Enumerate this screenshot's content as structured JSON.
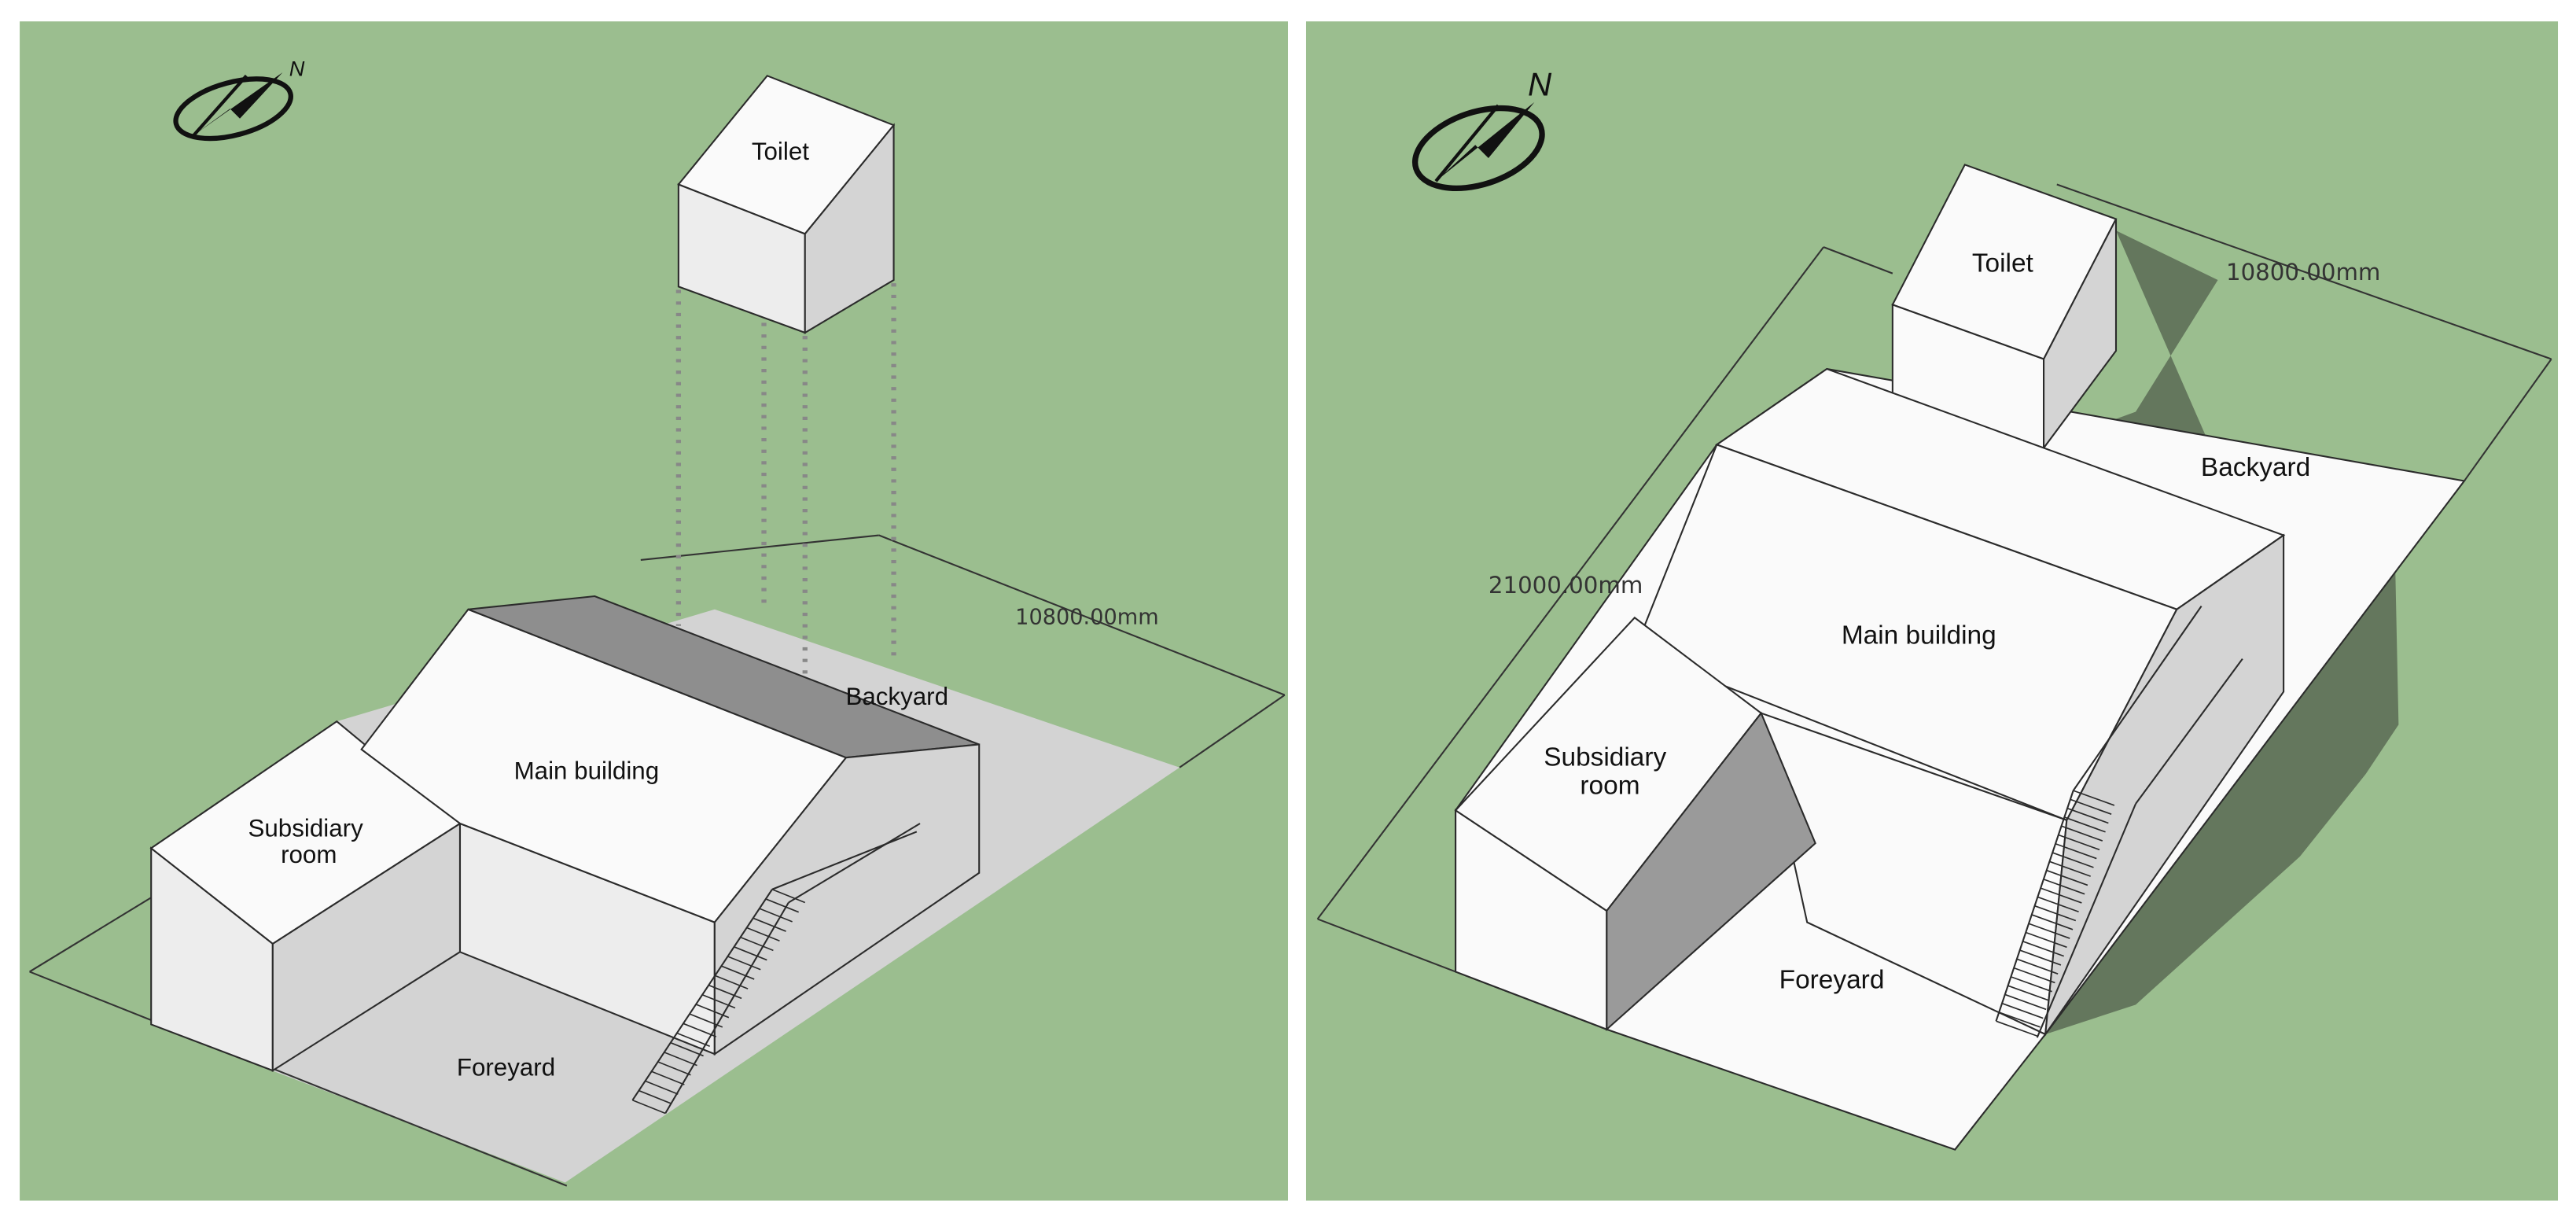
{
  "colors": {
    "ground": "#9BBE8F",
    "white_face": "#FAFAFA",
    "light_face": "#EDEDED",
    "mid_face": "#D4D4D4",
    "grey_plot": "#D3D3D3",
    "roof_dark": "#8E8E8E",
    "shadow": "#5E6F58",
    "line": "#2B2B2B"
  },
  "left_view": {
    "compass": {
      "icon": "north-arrow-icon",
      "letter": "N"
    },
    "labels": {
      "toilet": "Toilet",
      "main_building": "Main building",
      "subsidiary_room": "Subsidiary room",
      "subsidiary_line1": "Subsidiary",
      "subsidiary_line2": "room",
      "backyard": "Backyard",
      "foreyard": "Foreyard"
    },
    "dimensions": {
      "width": "10800.00mm"
    }
  },
  "right_view": {
    "compass": {
      "icon": "north-arrow-icon",
      "letter": "N"
    },
    "labels": {
      "toilet": "Toilet",
      "main_building": "Main building",
      "subsidiary_line1": "Subsidiary",
      "subsidiary_line2": "room",
      "backyard": "Backyard",
      "foreyard": "Foreyard"
    },
    "dimensions": {
      "width": "10800.00mm",
      "length": "21000.00mm"
    }
  }
}
